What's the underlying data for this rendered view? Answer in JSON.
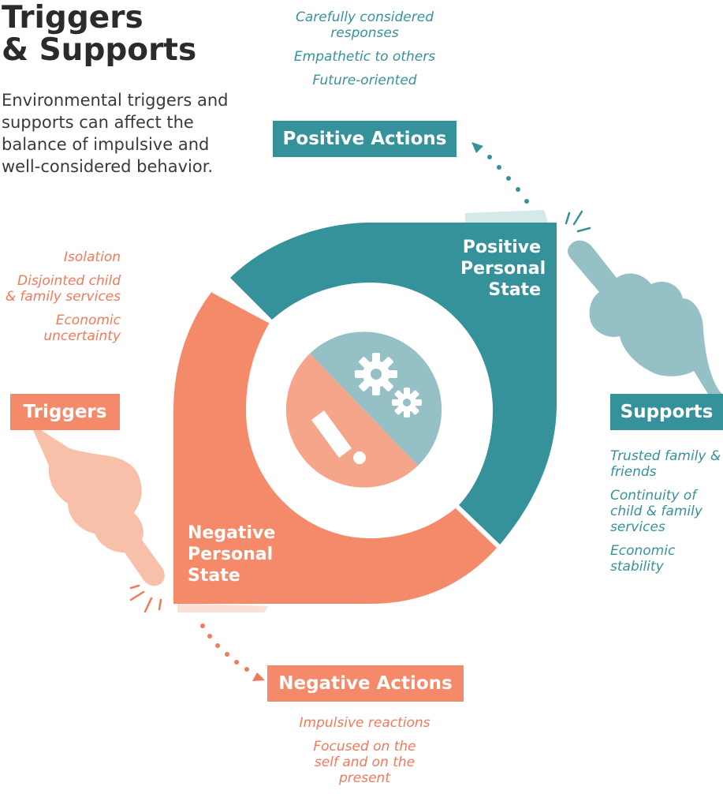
{
  "title_line1": "Triggers",
  "title_line2": "& Supports",
  "intro": "Environmental triggers and supports can affect the balance of impulsive and well-considered behavior.",
  "positive_actions": {
    "label": "Positive Actions",
    "items": [
      "Carefully considered responses",
      "Empathetic to others",
      "Future-oriented"
    ]
  },
  "negative_actions": {
    "label": "Negative Actions",
    "items": [
      "Impulsive reactions",
      "Focused on the self and on the present"
    ]
  },
  "triggers": {
    "label": "Triggers",
    "items": [
      "Isolation",
      "Disjointed child & family services",
      "Economic uncertainty"
    ]
  },
  "supports": {
    "label": "Supports",
    "items": [
      "Trusted family & friends",
      "Continuity of child & family services",
      "Economic stability"
    ]
  },
  "positive_state": {
    "line1": "Positive",
    "line2": "Personal",
    "line3": "State"
  },
  "negative_state": {
    "line1": "Negative",
    "line2": "Personal",
    "line3": "State"
  },
  "colors": {
    "teal": "#36929a",
    "coral": "#f58a6b",
    "light_teal": "#95c0c6",
    "light_coral": "#f4a58a",
    "hand_coral": "#f8c0a8"
  },
  "icons": {
    "center_left": "exclamation-icon",
    "center_right": "gears-icon",
    "left_hand": "pointing-hand-icon",
    "right_hand": "pointing-hand-icon"
  }
}
